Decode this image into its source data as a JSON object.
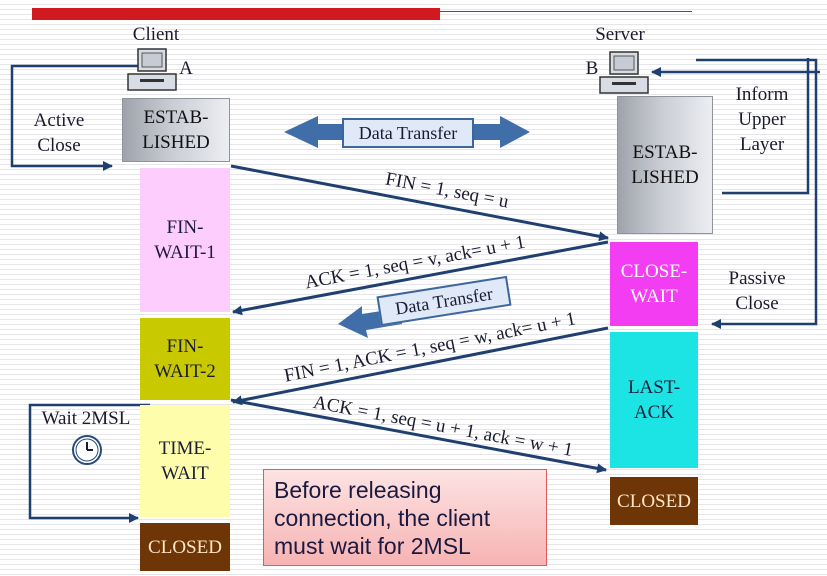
{
  "header": {
    "bar_color": "#d11a1f"
  },
  "client": {
    "title": "Client",
    "host_letter": "A",
    "established": [
      "ESTAB-",
      "LISHED"
    ],
    "active_close": [
      "Active",
      "Close"
    ]
  },
  "server": {
    "title": "Server",
    "host_letter": "B",
    "established": [
      "ESTAB-",
      "LISHED"
    ],
    "inform": [
      "Inform",
      "Upper",
      "Layer"
    ],
    "passive_close": [
      "Passive",
      "Close"
    ]
  },
  "client_states": {
    "fin_wait_1": [
      "FIN-",
      "WAIT-1"
    ],
    "fin_wait_2": [
      "FIN-",
      "WAIT-2"
    ],
    "time_wait": [
      "TIME-",
      "WAIT"
    ],
    "closed": "CLOSED"
  },
  "server_states": {
    "close_wait": [
      "CLOSE-",
      "WAIT"
    ],
    "last_ack": [
      "LAST-",
      "ACK"
    ],
    "closed": "CLOSED"
  },
  "data_transfer": {
    "top": "Data Transfer",
    "middle": "Data Transfer"
  },
  "messages": {
    "fin1": "FIN = 1, seq = u",
    "ack1": "ACK = 1, seq = v, ack= u + 1",
    "fin2": "FIN = 1, ACK = 1, seq = w, ack= u + 1",
    "ack2": "ACK = 1, seq = u + 1, ack = w + 1"
  },
  "wait": {
    "label": "Wait 2MSL",
    "icon": "clock-icon"
  },
  "note": {
    "lines": [
      "Before releasing",
      "connection, the client",
      "must wait for 2MSL"
    ]
  },
  "colors": {
    "arrow": "#1f3f6e",
    "est_gray": "#c9ccd3",
    "fin_wait_1": "#fdcdfd",
    "fin_wait_2": "#c9c900",
    "time_wait": "#fdfdab",
    "closed": "#6e3606",
    "close_wait": "#f23df2",
    "last_ack": "#1de4e4"
  }
}
